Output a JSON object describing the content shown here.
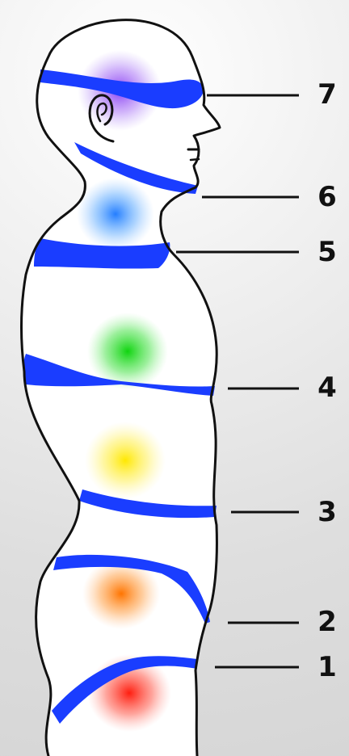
{
  "diagram": {
    "labels": [
      "1",
      "2",
      "3",
      "4",
      "5",
      "6",
      "7"
    ],
    "glow_colors": {
      "7": "#8a3cf0",
      "6": "#1e7dff",
      "4": "#18d818",
      "3": "#ffe600",
      "2": "#ff7a10",
      "1": "#ff2a1a"
    },
    "band_color": "#1a3dff",
    "outline_color": "#111111"
  }
}
